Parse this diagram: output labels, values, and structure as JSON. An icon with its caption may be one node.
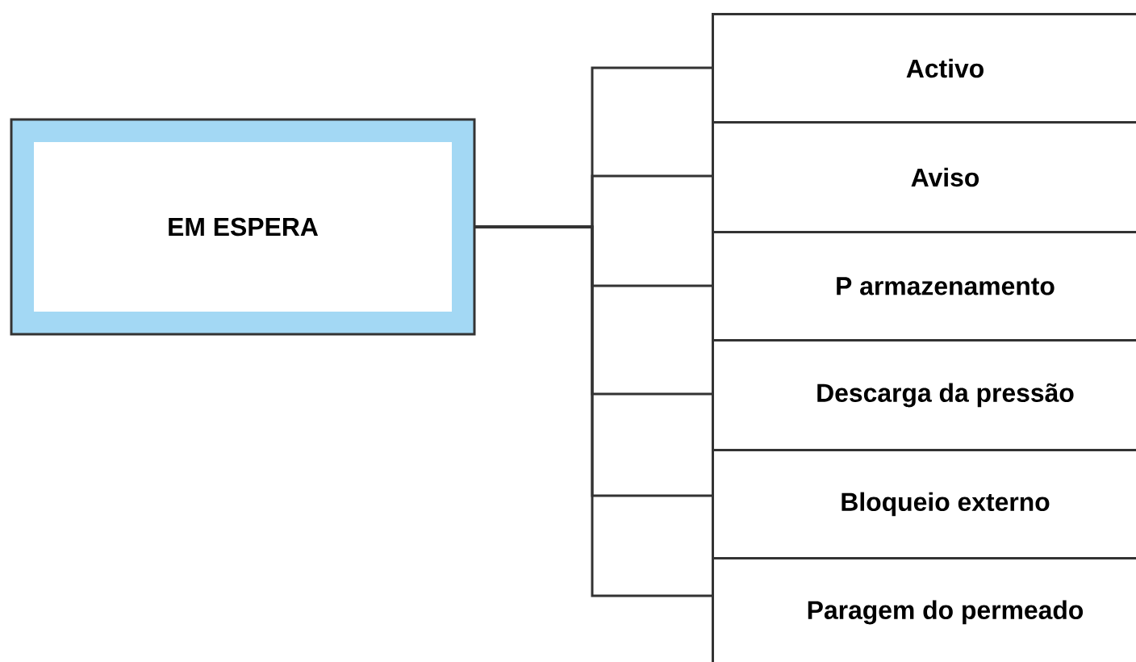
{
  "diagram": {
    "nodes": [
      {
        "text": [
          "EM ESPERA"
        ]
      },
      {
        "text": [
          "Activo"
        ]
      },
      {
        "text": [
          "Aviso"
        ]
      },
      {
        "text": [
          "P armazenamento"
        ]
      },
      {
        "text": [
          "Descarga da pressão"
        ]
      },
      {
        "text": [
          "Bloqueio externo"
        ]
      },
      {
        "text": [
          "Paragem do permeado"
        ]
      }
    ],
    "edges": [
      {
        "from": 0,
        "to": 1,
        "arrow": "none"
      },
      {
        "from": 0,
        "to": 2,
        "arrow": "none"
      },
      {
        "from": 0,
        "to": 3,
        "arrow": "none"
      },
      {
        "from": 0,
        "to": 4,
        "arrow": "none"
      },
      {
        "from": 0,
        "to": 5,
        "arrow": "none"
      },
      {
        "from": 0,
        "to": 6,
        "arrow": "none"
      }
    ]
  }
}
